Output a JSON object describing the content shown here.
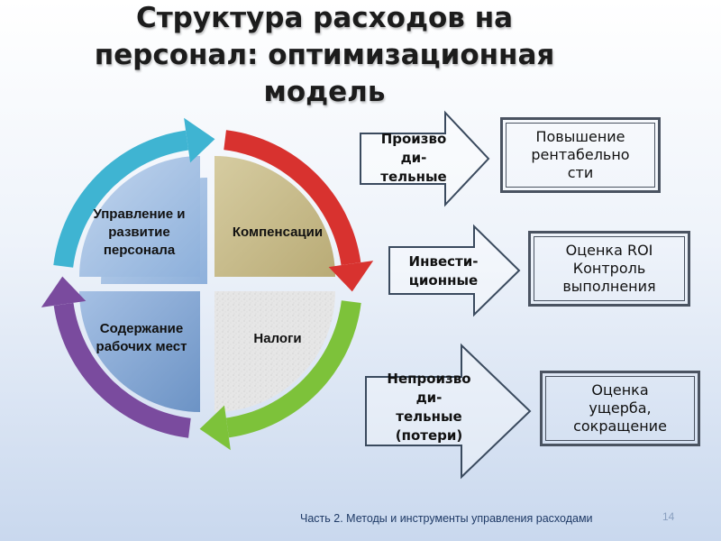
{
  "title": {
    "lines": [
      "Структура расходов на",
      "персонал: оптимизационная",
      "модель"
    ]
  },
  "cycle": {
    "quadrants": [
      {
        "id": "top-left",
        "lines": [
          "Управление и",
          "развитие",
          "персонала"
        ],
        "fill": "#9bbbe0",
        "arc_color": "#3fb4d2"
      },
      {
        "id": "top-right",
        "lines": [
          "Компенсации"
        ],
        "fill": "#c9bd8d",
        "arc_color": "#d8322f"
      },
      {
        "id": "bottom-right",
        "lines": [
          "Налоги"
        ],
        "fill": "#e3e3e3",
        "arc_color": "#7dc23a"
      },
      {
        "id": "bottom-left",
        "lines": [
          "Содержание",
          "рабочих мест"
        ],
        "fill": "#7a9fcc",
        "arc_color": "#7a4b9e"
      }
    ]
  },
  "categories": [
    {
      "lines": [
        "Произво",
        "ди-",
        "тельные"
      ],
      "result": [
        "Повышение",
        "рентабельно",
        "сти"
      ]
    },
    {
      "lines": [
        "Инвести-",
        "ционные"
      ],
      "result": [
        "Оценка ROI",
        "Контроль",
        "выполнения"
      ]
    },
    {
      "lines": [
        "Непроизво",
        "ди-",
        "тельные",
        "(потери)"
      ],
      "result": [
        "Оценка",
        "ущерба,",
        "сокращение"
      ]
    }
  ],
  "footer": {
    "text": "Часть 2. Методы и инструменты управления расходами",
    "page_number": "14"
  },
  "colors": {
    "arrow_outline": "#3a4a5e",
    "text": "#111111"
  }
}
